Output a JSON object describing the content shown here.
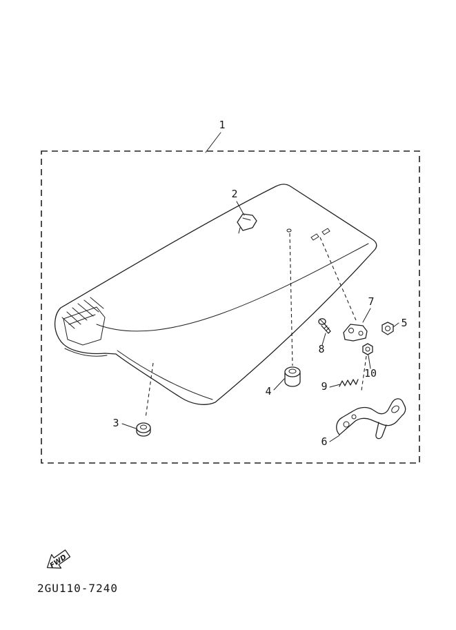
{
  "diagram": {
    "drawing_number": "2GU110-7240",
    "fwd_label": "FWD",
    "colors": {
      "line": "#1f1f1f",
      "background": "#ffffff"
    },
    "callouts": [
      "1",
      "2",
      "3",
      "4",
      "5",
      "6",
      "7",
      "8",
      "9",
      "10"
    ]
  }
}
